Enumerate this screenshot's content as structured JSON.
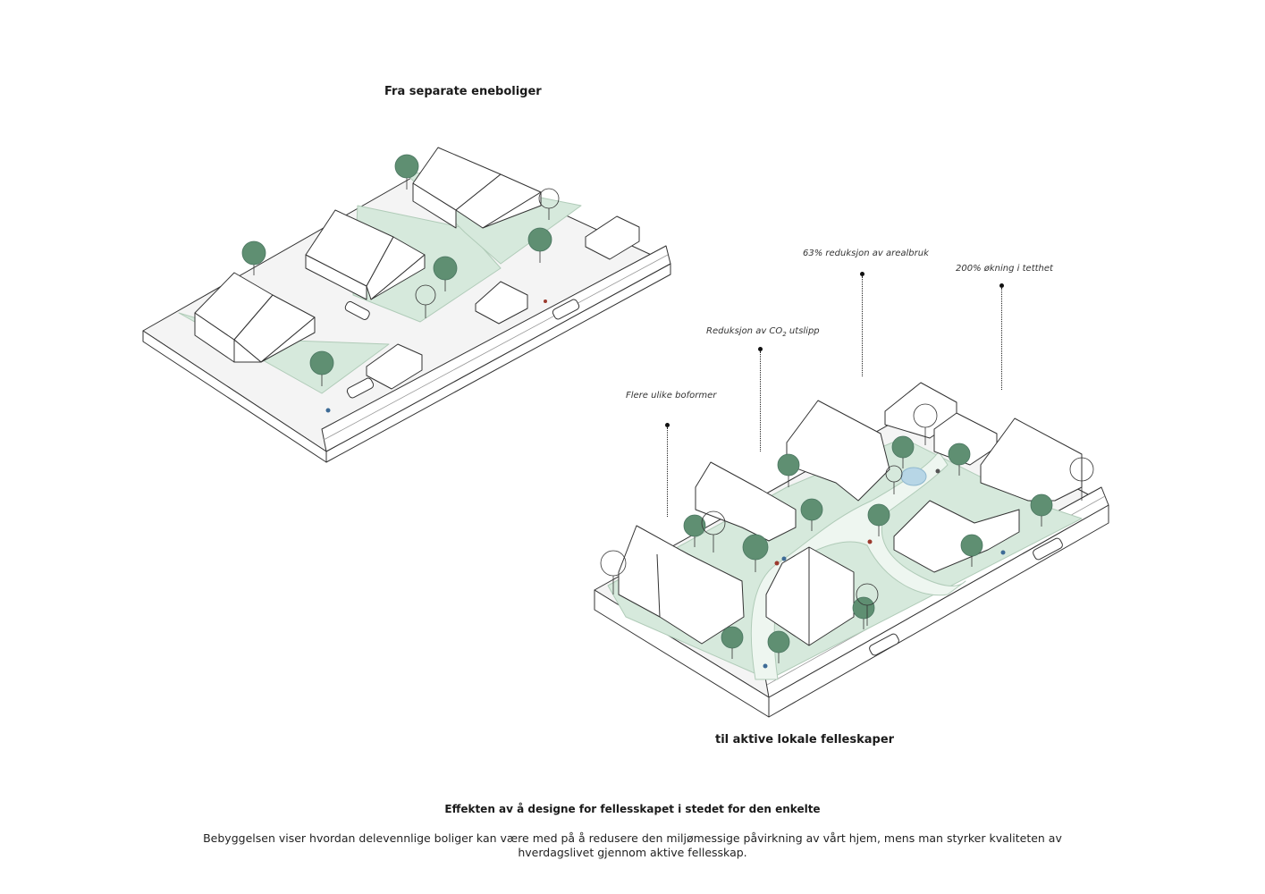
{
  "diagram": {
    "before_title": "Fra separate eneboliger",
    "after_title": "til aktive lokale felleskaper",
    "annotations": {
      "boformer": "Flere ulike boformer",
      "co2_prefix": "Reduksjon av CO",
      "co2_sub": "2",
      "co2_suffix": " utslipp",
      "arealbruk": "63% reduksjon av arealbruk",
      "tetthet": "200% økning i tetthet"
    }
  },
  "caption": {
    "heading": "Effekten av å designe for fellesskapet i stedet for den enkelte",
    "body": "Bebyggelsen viser hvordan delevennlige boliger kan være med på å redusere den miljømessige påvirkning av vårt hjem, mens man styrker kvaliteten av hverdagslivet gjennom aktive fellesskap."
  },
  "colors": {
    "green_area": "#d6e9dc",
    "green_dark": "#bcdac6",
    "tree": "#5f8f72",
    "path": "#eef6f0",
    "pond": "#b7d6e6",
    "outline": "#333333"
  }
}
